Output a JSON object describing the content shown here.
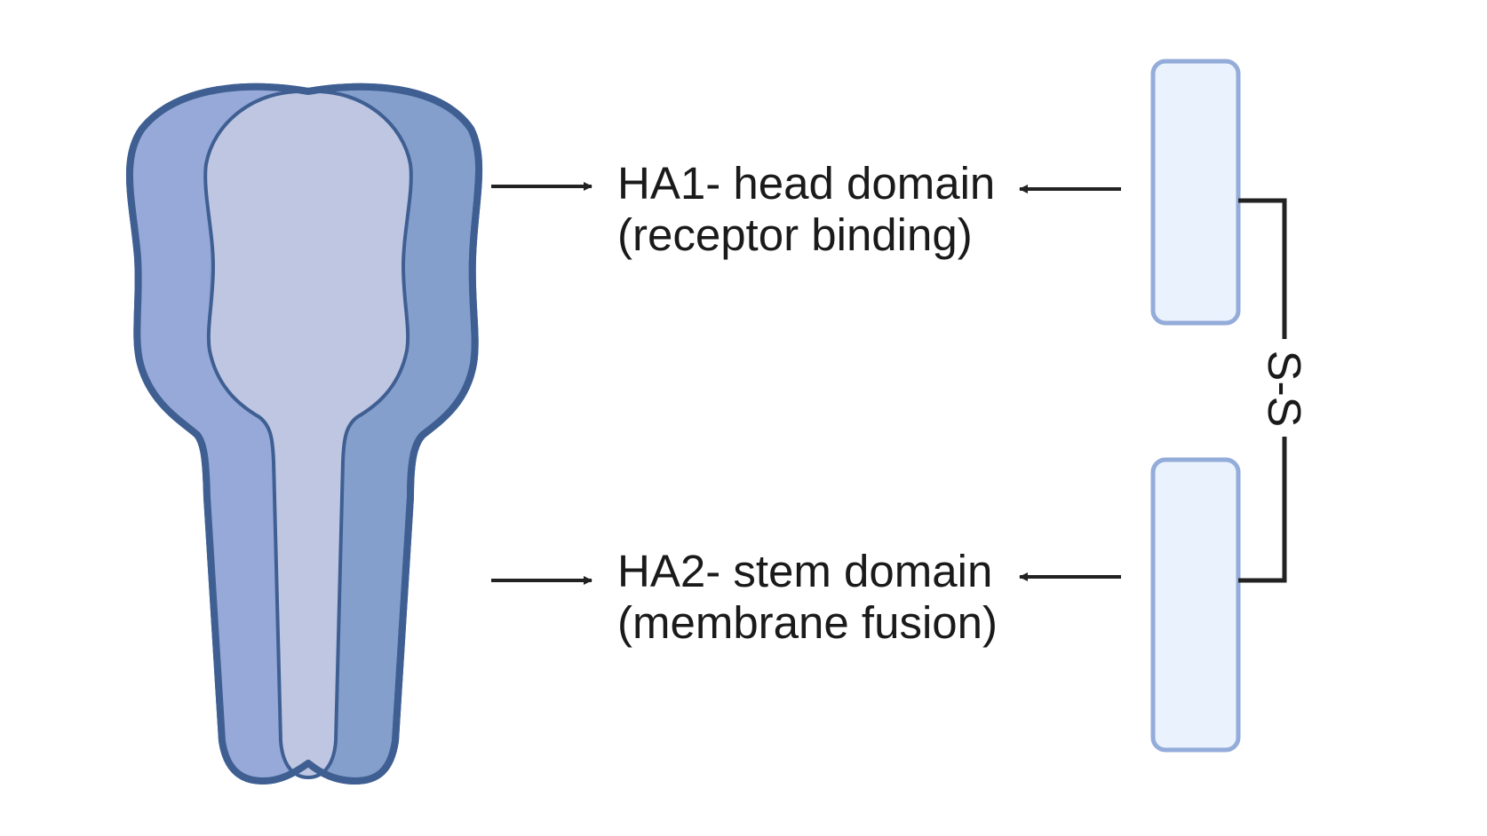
{
  "colors": {
    "outline": "#3f5f93",
    "outer_left": "#96a9d8",
    "outer_right": "#859fcd",
    "inner": "#bfc6e2",
    "box_fill": "#eaf2fd",
    "box_stroke": "#94acd9",
    "arrow": "#222222",
    "text": "#1a1a1a"
  },
  "labels": {
    "ha1": {
      "line1": "HA1- head domain",
      "line2": "(receptor binding)"
    },
    "ha2": {
      "line1": "HA2- stem domain",
      "line2": "(membrane fusion)"
    }
  },
  "disulfide": {
    "label": "S-S"
  }
}
